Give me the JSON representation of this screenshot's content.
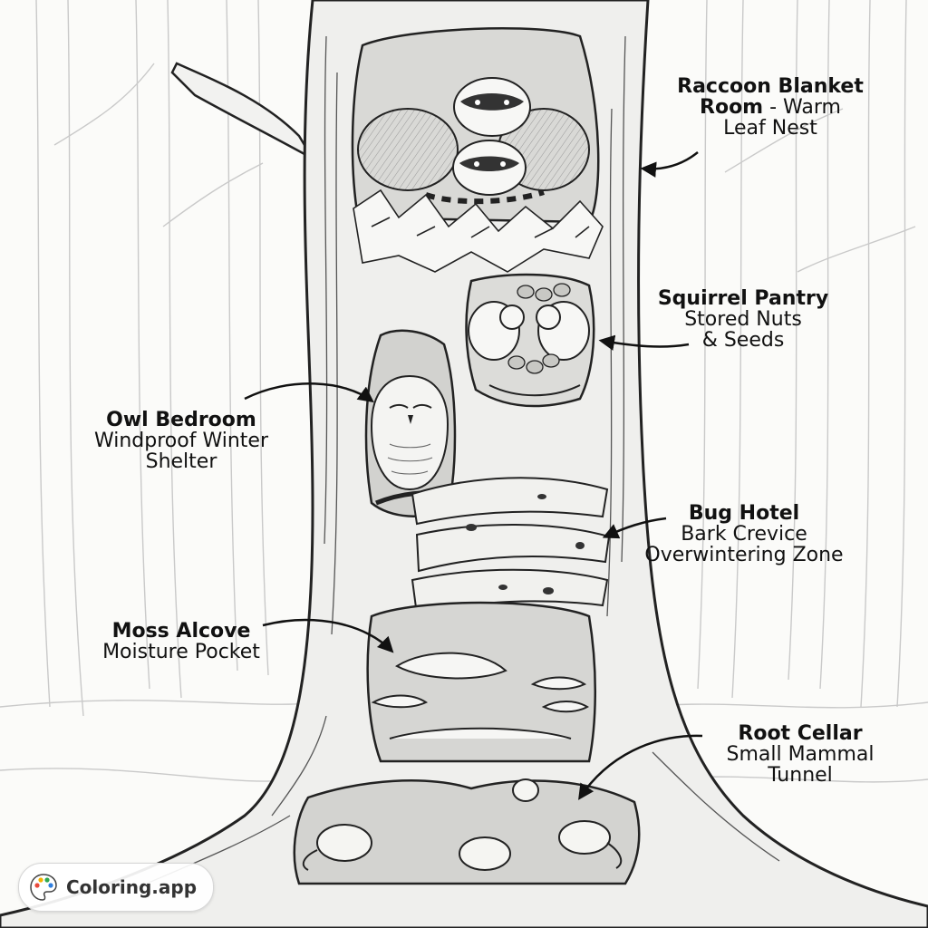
{
  "labels": {
    "raccoon": {
      "title": "Raccoon Blanket",
      "title2": "Room",
      "desc_inline": "- Warm",
      "desc": "Leaf Nest"
    },
    "squirrel": {
      "title": "Squirrel Pantry",
      "desc": "Stored Nuts",
      "desc2": "& Seeds"
    },
    "owl": {
      "title": "Owl Bedroom",
      "desc": "Windproof Winter",
      "desc2": "Shelter"
    },
    "bug": {
      "title": "Bug Hotel",
      "desc": "Bark Crevice",
      "desc2": "Overwintering Zone"
    },
    "moss": {
      "title": "Moss Alcove",
      "desc": "Moisture Pocket"
    },
    "root": {
      "title": "Root Cellar",
      "desc": "Small Mammal",
      "desc2": "Tunnel"
    }
  },
  "watermark": {
    "brand": "Coloring.app",
    "icon": "palette-icon"
  },
  "colors": {
    "ink": "#111111",
    "paper": "#fbfbf9",
    "shade": "#bdbdbd"
  }
}
